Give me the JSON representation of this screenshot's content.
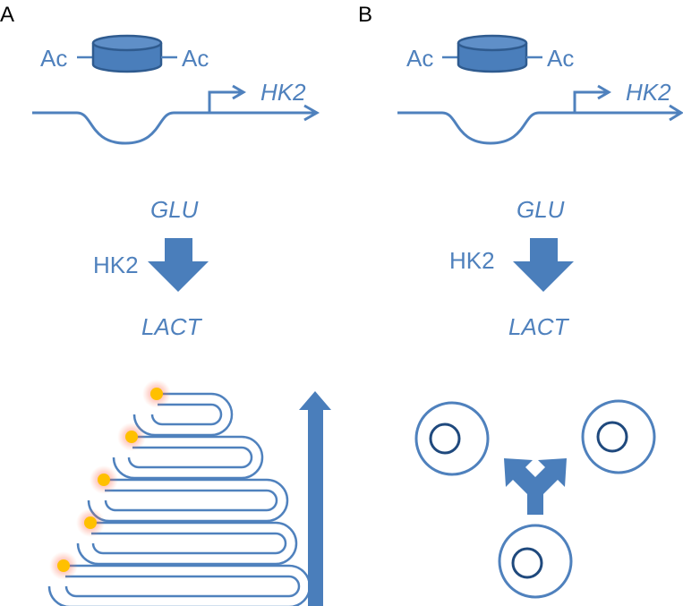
{
  "colors": {
    "blue": "#4f81bd",
    "blue_fill": "#4a7ebb",
    "blue_text": "#4f81bd",
    "nucleus": "#1f497d",
    "glow": "#ff5a3c",
    "dot": "#ffc000"
  },
  "panel_a": {
    "label": "A",
    "acetyl_left": "Ac",
    "acetyl_right": "Ac",
    "gene": "HK2",
    "substrate": "GLU",
    "enzyme": "HK2",
    "product": "LACT"
  },
  "panel_b": {
    "label": "B",
    "acetyl_left": "Ac",
    "acetyl_right": "Ac",
    "gene": "HK2",
    "substrate": "GLU",
    "enzyme": "HK2",
    "product": "LACT"
  },
  "icons": {
    "nucleosome": "nucleosome-cylinder-icon",
    "arrow_down": "arrow-down-icon",
    "arrow_up": "arrow-up-icon",
    "split_arrow": "split-arrow-icon",
    "cell": "cell-icon",
    "dna_strand": "dna-strand-icon",
    "glow_dot": "glow-dot-icon"
  }
}
